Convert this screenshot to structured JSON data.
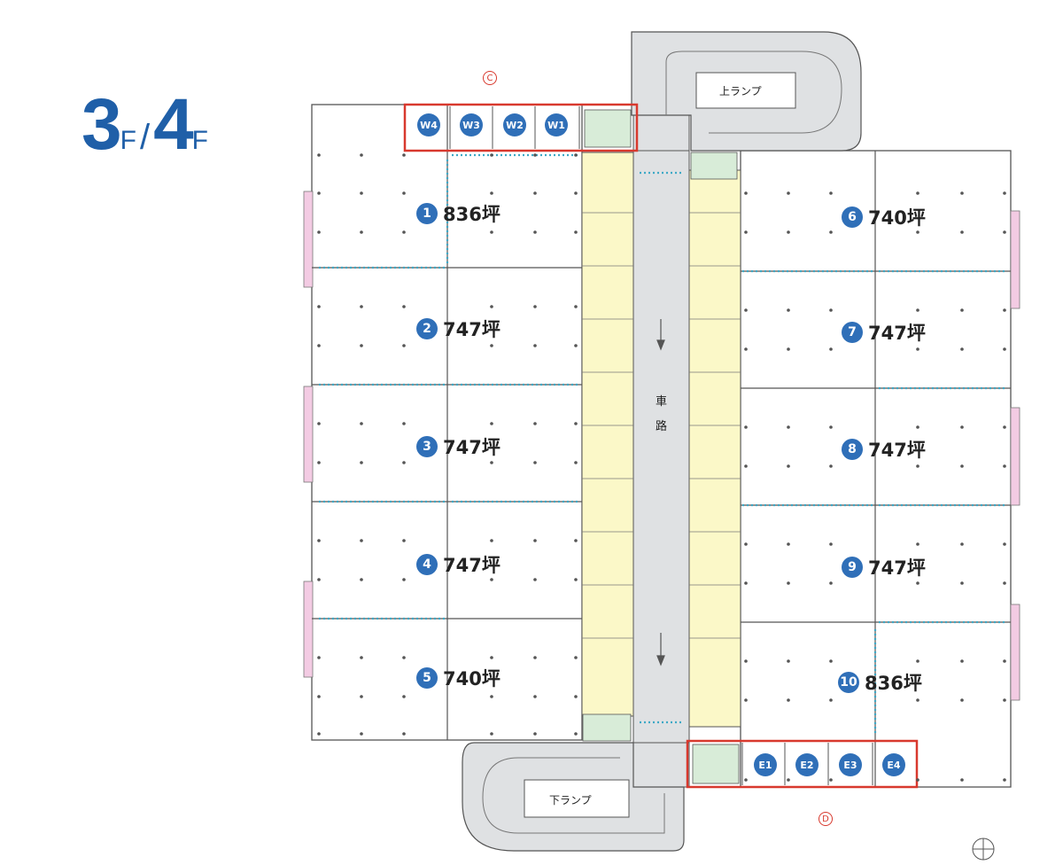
{
  "title": {
    "big1": "3",
    "sub1": "F",
    "slash": "/",
    "big2": "4",
    "sub2": "F"
  },
  "markers": {
    "north": "C",
    "south": "D"
  },
  "ramps": {
    "up": "上ランプ",
    "down": "下ランプ"
  },
  "road": {
    "char1": "車",
    "char2": "路"
  },
  "units": [
    {
      "num": "1",
      "area": "836坪"
    },
    {
      "num": "2",
      "area": "747坪"
    },
    {
      "num": "3",
      "area": "747坪"
    },
    {
      "num": "4",
      "area": "747坪"
    },
    {
      "num": "5",
      "area": "740坪"
    },
    {
      "num": "6",
      "area": "740坪"
    },
    {
      "num": "7",
      "area": "747坪"
    },
    {
      "num": "8",
      "area": "747坪"
    },
    {
      "num": "9",
      "area": "747坪"
    },
    {
      "num": "10",
      "area": "836坪"
    }
  ],
  "west_slots": [
    "W4",
    "W3",
    "W2",
    "W1"
  ],
  "east_slots": [
    "E1",
    "E2",
    "E3",
    "E4"
  ],
  "colors": {
    "accent": "#2f6fb8",
    "highlight": "#d8392e",
    "lane": "#fbf8c8",
    "road": "#dfe1e3",
    "wall": "#f3cbe3"
  }
}
